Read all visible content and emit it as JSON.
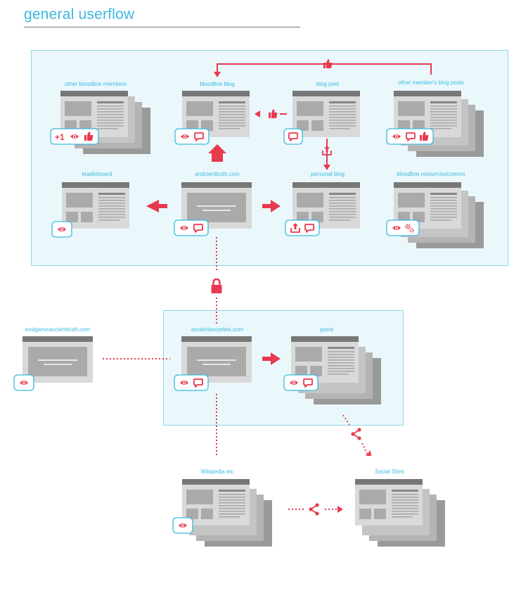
{
  "title": "general userflow",
  "colors": {
    "accent": "#e8394f",
    "label": "#3cb8e0",
    "region_fill": "#eaf8fc",
    "region_border": "#8fd6ea",
    "page_header": "#777777",
    "page_body": "#d9d9d9",
    "page_block": "#aaaaaa",
    "stack_shadow": "#a8a8a8"
  },
  "nodes": {
    "other_members": {
      "label": "other bloodline members",
      "icons": [
        "plus-one-icon",
        "eye-icon",
        "thumbs-up-icon"
      ],
      "badge_text": "+1"
    },
    "bloodline_blog": {
      "label": "bloodline blog",
      "icons": [
        "eye-icon",
        "comment-icon"
      ]
    },
    "blog_post": {
      "label": "blog post",
      "icons": [
        "comment-icon"
      ]
    },
    "other_member_posts": {
      "label": "other member's blog posts",
      "icons": [
        "eye-icon",
        "comment-icon",
        "thumbs-up-icon"
      ]
    },
    "leaderboard": {
      "label": "leaderboard",
      "icons": [
        "eye-icon"
      ]
    },
    "ancienttruth": {
      "label": "andcienttruth.com",
      "icons": [
        "eye-icon",
        "comment-icon"
      ]
    },
    "personal_blog": {
      "label": "personal blog",
      "icons": [
        "share-icon",
        "comment-icon"
      ]
    },
    "resources": {
      "label": "bloodline resources/comms",
      "icons": [
        "eye-icon",
        "gears-icon"
      ]
    },
    "endgame": {
      "label": "endgameancienttruth.com",
      "icons": [
        "eye-icon"
      ]
    },
    "ancientsocieties": {
      "label": "ancientsocieties.com",
      "icons": [
        "eye-icon",
        "comment-icon"
      ]
    },
    "posts": {
      "label": "posts",
      "icons": [
        "eye-icon",
        "comment-icon"
      ]
    },
    "wikipedia": {
      "label": "Wikipedia etc",
      "icons": [
        "eye-icon"
      ]
    },
    "social": {
      "label": "Social Sites",
      "icons": []
    }
  },
  "connector_icons": [
    "thumbs-up-icon",
    "lock-icon",
    "share-network-icon"
  ]
}
